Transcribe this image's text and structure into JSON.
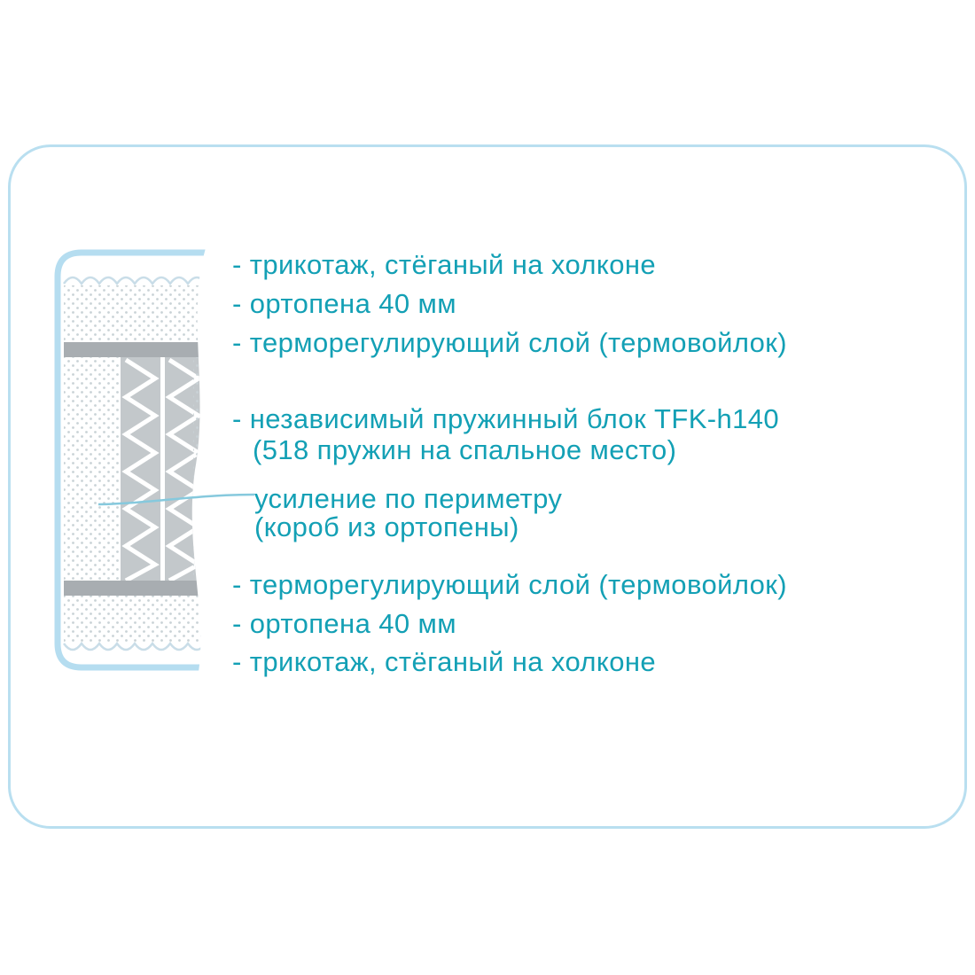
{
  "colors": {
    "text": "#13a0b5",
    "frame_border": "#b9dff0",
    "mattress_border": "#b5ddf0",
    "layer_gray": "#a8adb1",
    "spring_bg": "#c3c8cb",
    "dot": "#c9d2d6",
    "scallop": "#c9dde8",
    "leader_line": "#86c9dd"
  },
  "labels": {
    "top_fabric": "- трикотаж, стёганый на холконе",
    "top_foam": "- ортопена 40 мм",
    "top_thermo": "- терморегулирующий слой (термовойлок)",
    "spring_block_1": "- независимый пружинный блок TFK-h140",
    "spring_block_2": "(518 пружин на спальное место)",
    "perimeter_1": "усиление по периметру",
    "perimeter_2": "(короб из ортопены)",
    "bottom_thermo": "- терморегулирующий слой (термовойлок)",
    "bottom_foam": "- ортопена 40 мм",
    "bottom_fabric": "- трикотаж, стёганый на холконе"
  }
}
